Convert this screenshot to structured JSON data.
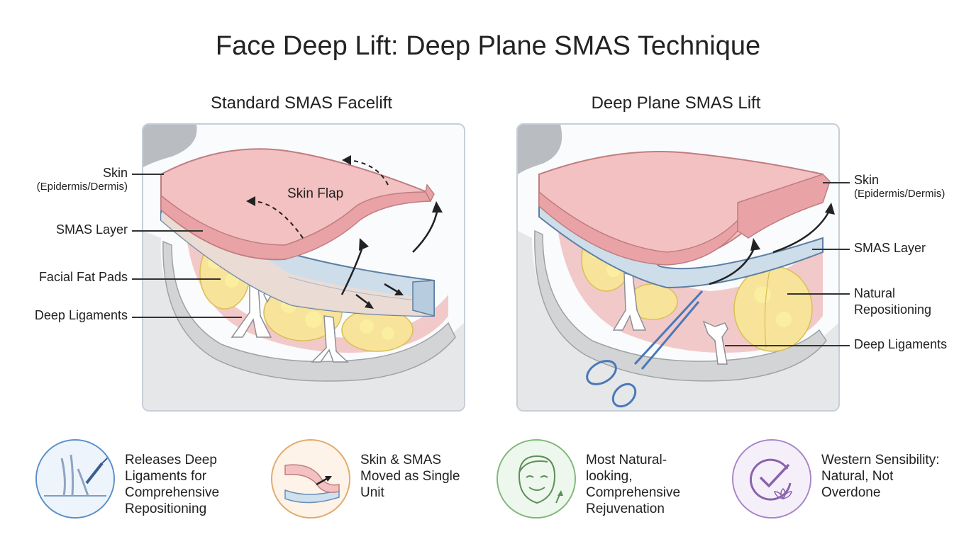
{
  "title": "Face Deep Lift: Deep Plane SMAS Technique",
  "left_panel": {
    "heading": "Standard SMAS Facelift",
    "skin_flap": "Skin Flap",
    "labels": {
      "skin": "Skin",
      "skin_sub": "(Epidermis/Dermis)",
      "smas": "SMAS Layer",
      "fat": "Facial Fat Pads",
      "ligaments": "Deep Ligaments"
    }
  },
  "right_panel": {
    "heading": "Deep Plane SMAS Lift",
    "labels": {
      "skin": "Skin",
      "skin_sub": "(Epidermis/Dermis)",
      "smas": "SMAS Layer",
      "repositioning_1": "Natural",
      "repositioning_2": "Repositioning",
      "ligaments": "Deep Ligaments"
    }
  },
  "features": [
    {
      "text": "Releases Deep Ligaments for Comprehensive Repositioning",
      "icon": "ligament-scalpel-icon",
      "color": "#5b8fc9",
      "fill": "#eef4fb"
    },
    {
      "text": "Skin & SMAS Moved as Single Unit",
      "icon": "layered-tissue-icon",
      "color": "#e3a96a",
      "fill": "#fdf3e8"
    },
    {
      "text": "Most Natural-looking, Comprehensive Rejuvenation",
      "icon": "smiling-face-icon",
      "color": "#7fb87a",
      "fill": "#eef7ed"
    },
    {
      "text": "Western Sensibility: Natural, Not Overdone",
      "icon": "checkmark-leaf-icon",
      "color": "#a886c6",
      "fill": "#f5effa"
    }
  ]
}
